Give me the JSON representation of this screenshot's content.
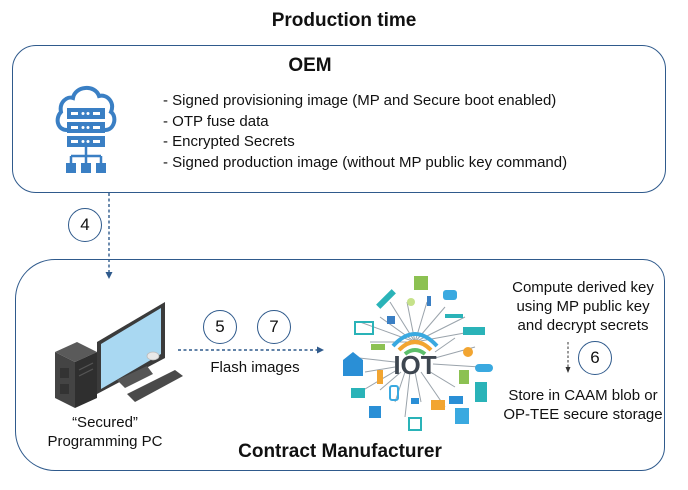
{
  "title": "Production time",
  "oem": {
    "title": "OEM",
    "icon": "cloud-server-icon",
    "items": [
      "- Signed provisioning image (MP and Secure boot enabled)",
      "- OTP fuse data",
      "- Encrypted Secrets",
      "- Signed production image (without MP public key command)"
    ]
  },
  "steps": {
    "s4": "4",
    "s5": "5",
    "s7": "7",
    "s6": "6"
  },
  "contract_manufacturer": {
    "title": "Contract Manufacturer",
    "pc_label_line1": "“Secured”",
    "pc_label_line2": "Programming PC",
    "pc_icon": "desktop-computer-icon",
    "flash_label": "Flash images",
    "iot_icon": "iot-devices-icon",
    "iot_text": "IOT",
    "compute_lines": [
      "Compute derived key",
      "using MP public key",
      "and decrypt secrets"
    ],
    "store_lines": [
      "Store in CAAM blob or",
      "OP-TEE secure storage"
    ]
  },
  "colors": {
    "border": "#2f5a8c",
    "icon_blue": "#3a7fc4",
    "arrow": "#2f5a8c"
  }
}
